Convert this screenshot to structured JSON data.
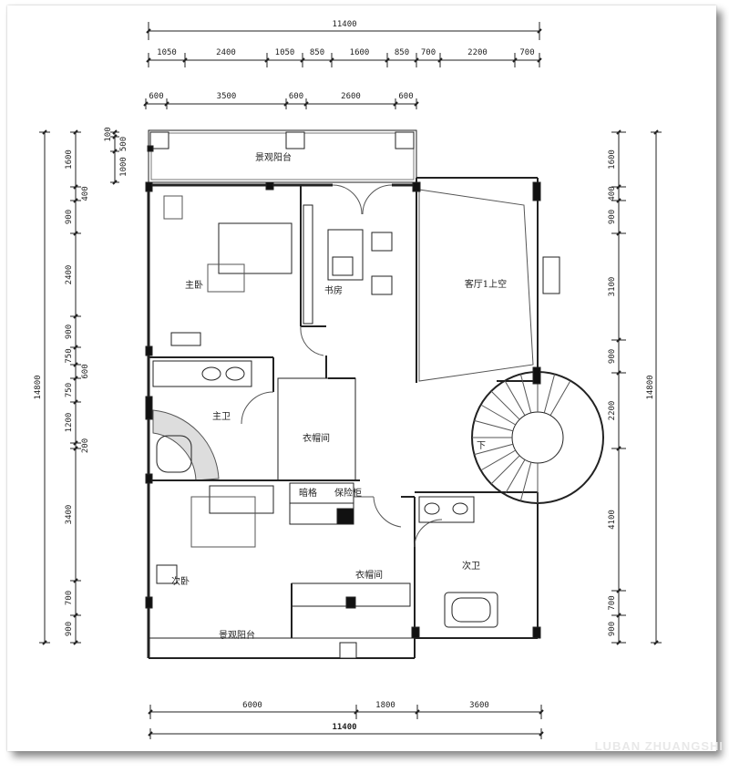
{
  "title": "Second floor plan",
  "dimensions": {
    "top_total": "11400",
    "top_row1": [
      "1050",
      "2400",
      "1050",
      "850",
      "1600",
      "850",
      "700",
      "2200",
      "700"
    ],
    "top_row2": [
      "600",
      "3500",
      "600",
      "2600",
      "600"
    ],
    "left_total": "14800",
    "left_row": [
      "1600",
      "400",
      "900",
      "2400",
      "900",
      "750",
      "600",
      "750",
      "1200",
      "200",
      "3400",
      "700",
      "900"
    ],
    "left_small": [
      "100",
      "500",
      "1000"
    ],
    "right_total": "14800",
    "right_row": [
      "1600",
      "400",
      "900",
      "3100",
      "900",
      "2200",
      "4100",
      "700",
      "900"
    ],
    "bottom_row": [
      "6000",
      "1800",
      "3600"
    ],
    "bottom_total": "11400"
  },
  "rooms": {
    "balcony_top": "景观阳台",
    "master_bedroom": "主卧",
    "study": "书房",
    "living_void": "客厅1上空",
    "master_bath": "主卫",
    "closet_1": "衣帽间",
    "hidden_compartment": "暗格",
    "safe": "保险柜",
    "second_bedroom": "次卧",
    "closet_2": "衣帽间",
    "second_bath": "次卫",
    "balcony_bottom": "景观阳台",
    "stair_down": "下"
  },
  "watermark": "LUBAN ZHUANGSHI"
}
